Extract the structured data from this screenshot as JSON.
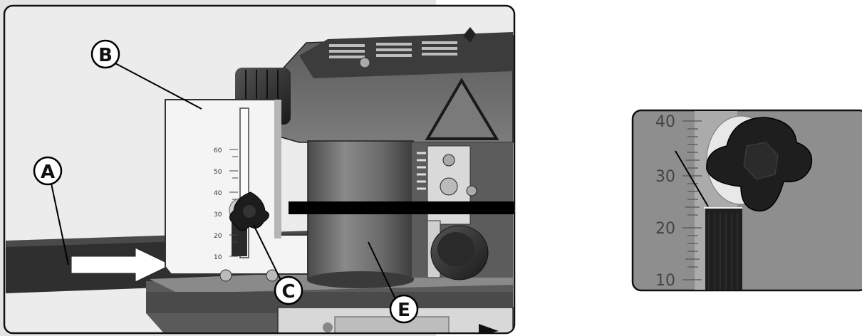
{
  "callouts": {
    "a": "A",
    "b": "B",
    "c": "C",
    "e": "E"
  },
  "main_scale": {
    "labels": [
      "60",
      "50",
      "40",
      "30",
      "20",
      "10"
    ]
  },
  "zoom_scale": {
    "labels": [
      "40",
      "30",
      "20",
      "10"
    ]
  },
  "colors": {
    "panel_bg": "#ebebeb",
    "machine_dark": "#3a3a3a",
    "machine_mid": "#6b6b6b",
    "machine_light": "#9a9a9a",
    "belt": "#2c2c2c",
    "arrow_white": "#ffffff",
    "arrow_black": "#000000",
    "zoom_bg": "#8f8f8f"
  }
}
